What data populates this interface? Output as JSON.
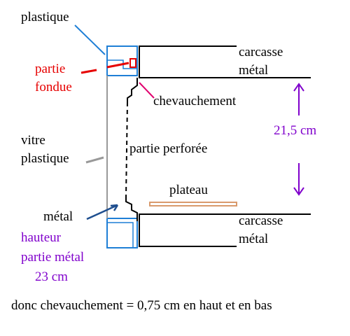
{
  "labels": {
    "plastique": "plastique",
    "partie_fondue_1": "partie",
    "partie_fondue_2": "fondue",
    "vitre_1": "vitre",
    "vitre_2": "plastique",
    "metal": "métal",
    "hauteur_1": "hauteur",
    "hauteur_2": "partie métal",
    "hauteur_3": "23 cm",
    "carcasse_top_1": "carcasse",
    "carcasse_top_2": "métal",
    "chevauchement": "chevauchement",
    "distance": "21,5 cm",
    "partie_perforee": "partie perforée",
    "plateau": "plateau",
    "carcasse_bot_1": "carcasse",
    "carcasse_bot_2": "métal",
    "conclusion": "donc chevauchement = 0,75 cm en haut et en bas"
  },
  "colors": {
    "black": "#000000",
    "plastic_blue": "#1f7fd6",
    "melted_red": "#e60000",
    "overlap_pink": "#e0006e",
    "glass_gray": "#999999",
    "metal_navy": "#1f4f8f",
    "dimension_purple": "#8000cc",
    "tray_orange": "#d99a6c"
  }
}
